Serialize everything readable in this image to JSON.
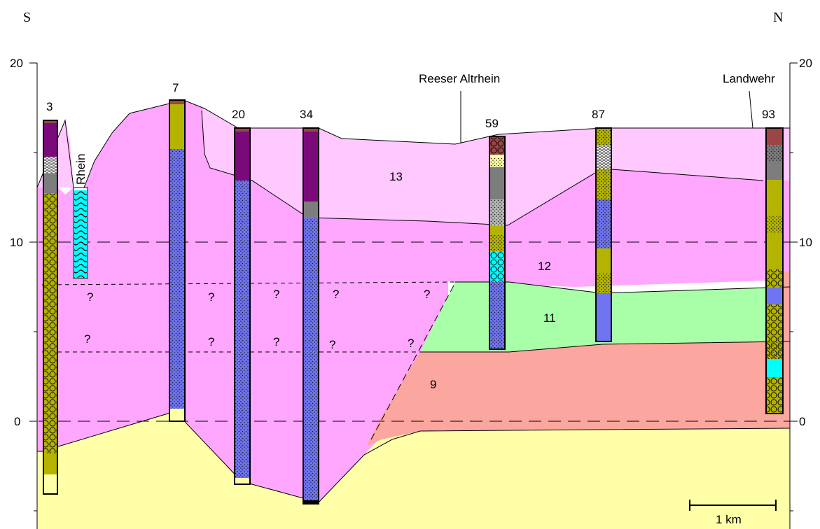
{
  "direction": {
    "left": "S",
    "right": "N"
  },
  "y_axis": {
    "ticks": [
      "20",
      "10",
      "0"
    ]
  },
  "places": {
    "reeser_altrhein": "Reeser Altrhein",
    "landwehr": "Landwehr",
    "rhein": "Rhein"
  },
  "boreholes": [
    "3",
    "7",
    "20",
    "34",
    "59",
    "87",
    "93"
  ],
  "units": [
    "13",
    "12",
    "11",
    "9"
  ],
  "unknown_mark": "?",
  "scale_bar": "1 km",
  "colors": {
    "light_pink": "#ffc8ff",
    "pink": "#ffa6ff",
    "green": "#a8ffa8",
    "salmon": "#fba69e",
    "yellow": "#ffffa8",
    "blue": "#6f74f2",
    "olive": "#b4b400",
    "purple": "#7a0a7a",
    "grey": "#7d7d7d",
    "light_grey": "#b8b8b8",
    "cyan": "#00ffff",
    "brown": "#9b4545"
  }
}
